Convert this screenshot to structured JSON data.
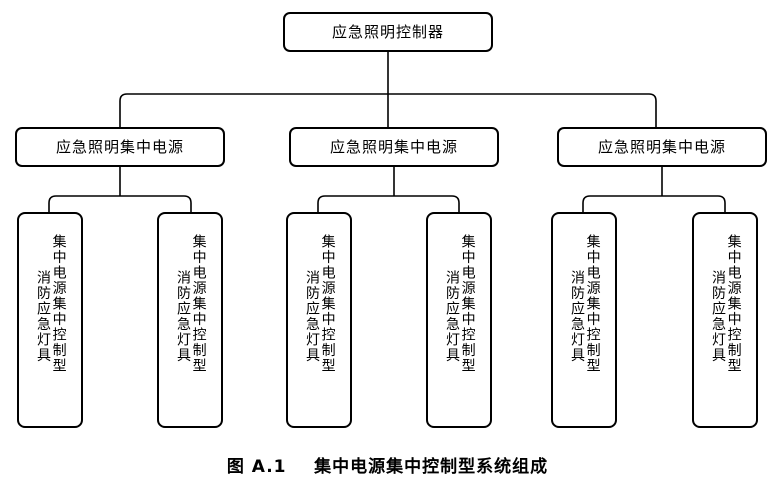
{
  "figure": {
    "caption_number": "图 A.1",
    "caption_title": "集中电源集中控制型系统组成",
    "caption_full": "图 A.1    集中电源集中控制型系统组成",
    "line_color": "#000000",
    "background_color": "#ffffff"
  },
  "diagram": {
    "type": "tree",
    "root": {
      "label": "应急照明控制器"
    },
    "level2": [
      {
        "label": "应急照明集中电源"
      },
      {
        "label": "应急照明集中电源"
      },
      {
        "label": "应急照明集中电源"
      }
    ],
    "leaves": [
      {
        "primary": "集中电源集中控制型",
        "secondary": "消防应急灯具"
      },
      {
        "primary": "集中电源集中控制型",
        "secondary": "消防应急灯具"
      },
      {
        "primary": "集中电源集中控制型",
        "secondary": "消防应急灯具"
      },
      {
        "primary": "集中电源集中控制型",
        "secondary": "消防应急灯具"
      },
      {
        "primary": "集中电源集中控制型",
        "secondary": "消防应急灯具"
      },
      {
        "primary": "集中电源集中控制型",
        "secondary": "消防应急灯具"
      }
    ]
  }
}
